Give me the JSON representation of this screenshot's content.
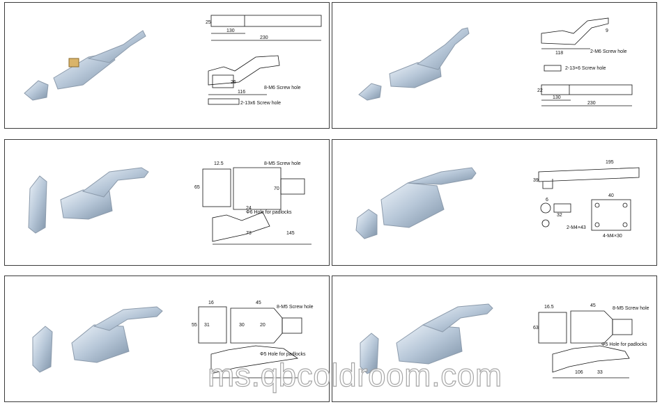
{
  "panels": [
    {
      "id": "p1",
      "dims": [
        "25",
        "130",
        "230",
        "26",
        "116"
      ],
      "notes": [
        "8-M6 Screw hole",
        "2-13x6 Screw hole"
      ]
    },
    {
      "id": "p2",
      "dims": [
        "9",
        "118",
        "22",
        "130",
        "230"
      ],
      "notes": [
        "2-M6 Screw hole",
        "2-13×6 Screw hole"
      ]
    },
    {
      "id": "p3",
      "dims": [
        "12.5",
        "65",
        "70",
        "24",
        "145",
        "73"
      ],
      "notes": [
        "8-M5 Screw hole",
        "Φ6 Hole for padlocks"
      ]
    },
    {
      "id": "p4",
      "dims": [
        "195",
        "39",
        "40",
        "32",
        "6"
      ],
      "notes": [
        "2-M4×43",
        "4-M4×30"
      ]
    },
    {
      "id": "p5",
      "dims": [
        "16",
        "45",
        "55",
        "31",
        "30",
        "20"
      ],
      "notes": [
        "8-M5 Screw hole",
        "Φ5 Hole for padlocks"
      ]
    },
    {
      "id": "p6",
      "dims": [
        "16.5",
        "45",
        "63",
        "106",
        "33"
      ],
      "notes": [
        "8-M5 Screw hole",
        "Φ5 Hole for padlocks"
      ]
    }
  ],
  "watermark": "ms.qbcoldroom.com"
}
